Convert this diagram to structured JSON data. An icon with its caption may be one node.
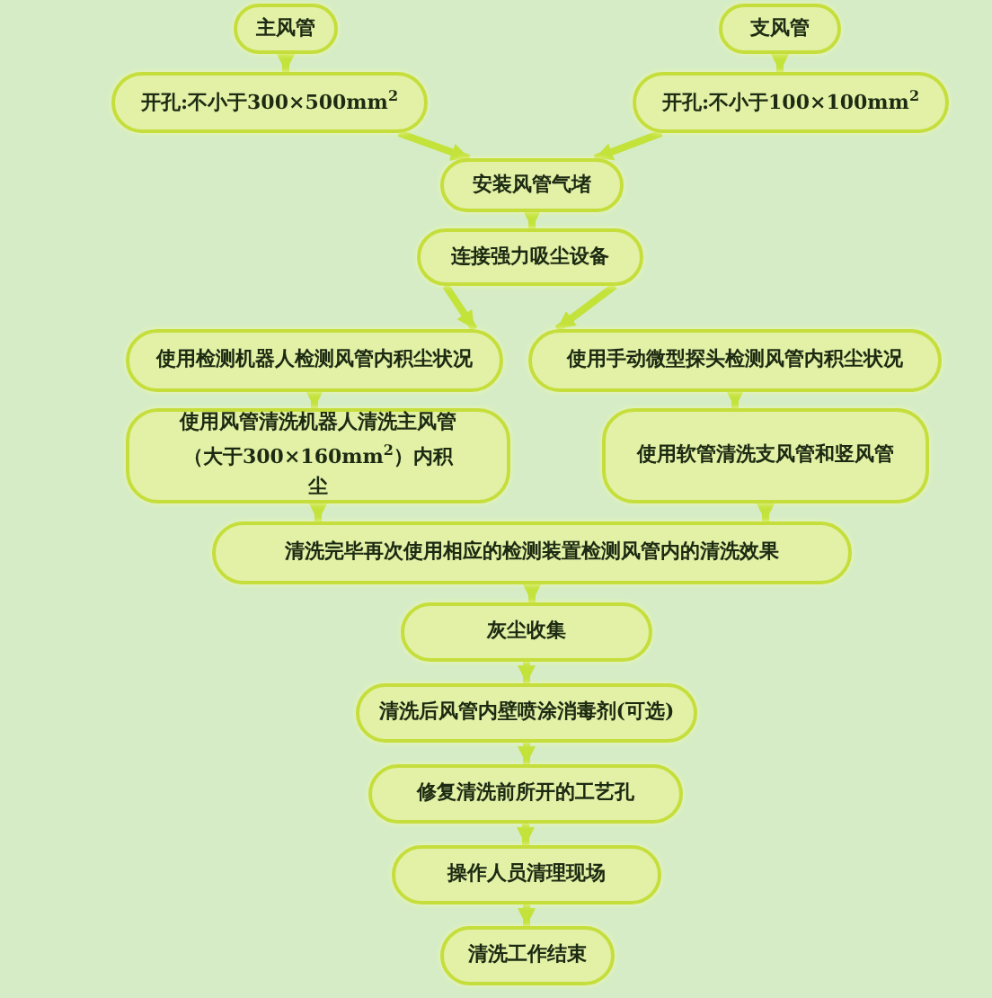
{
  "diagram": {
    "nodes": [
      {
        "text": [
          "主风管"
        ]
      },
      {
        "text": [
          "支风管"
        ]
      },
      {
        "text": [
          "开孔:不小于300×500mm$^{2}$"
        ]
      },
      {
        "text": [
          "开孔:不小于100×100mm$^{2}$"
        ]
      },
      {
        "text": [
          "安装风管气堵"
        ]
      },
      {
        "text": [
          "连接强力吸尘设备"
        ]
      },
      {
        "text": [
          "使用检测机器人检测风管内积尘状况"
        ]
      },
      {
        "text": [
          "使用手动微型探头检测风管内积尘状况"
        ]
      },
      {
        "text": [
          "使用风管清洗机器人清洗主风管（大于300×160mm$^{2}$）内积尘"
        ]
      },
      {
        "text": [
          "使用软管清洗支风管和竖风管"
        ]
      },
      {
        "text": [
          "清洗完毕再次使用相应的检测装置检测风管内的清洗效果"
        ]
      },
      {
        "text": [
          "灰尘收集"
        ]
      },
      {
        "text": [
          "清洗后风管内壁喷涂消毒剂(可选)"
        ]
      },
      {
        "text": [
          "修复清洗前所开的工艺孔"
        ]
      },
      {
        "text": [
          "操作人员清理现场"
        ]
      },
      {
        "text": [
          "清洗工作结束"
        ]
      }
    ],
    "edges": [
      {
        "from": 0,
        "to": 2,
        "arrow": "to"
      },
      {
        "from": 1,
        "to": 3,
        "arrow": "to"
      },
      {
        "from": 2,
        "to": 4,
        "arrow": "to"
      },
      {
        "from": 3,
        "to": 4,
        "arrow": "to"
      },
      {
        "from": 4,
        "to": 5,
        "arrow": "to"
      },
      {
        "from": 5,
        "to": 6,
        "arrow": "to"
      },
      {
        "from": 5,
        "to": 7,
        "arrow": "to"
      },
      {
        "from": 6,
        "to": 8,
        "arrow": "to"
      },
      {
        "from": 7,
        "to": 9,
        "arrow": "to"
      },
      {
        "from": 8,
        "to": 10,
        "arrow": "to"
      },
      {
        "from": 9,
        "to": 10,
        "arrow": "to"
      },
      {
        "from": 10,
        "to": 11,
        "arrow": "to"
      },
      {
        "from": 11,
        "to": 12,
        "arrow": "to"
      },
      {
        "from": 12,
        "to": 13,
        "arrow": "to"
      },
      {
        "from": 13,
        "to": 14,
        "arrow": "to"
      },
      {
        "from": 14,
        "to": 15,
        "arrow": "to"
      }
    ]
  }
}
